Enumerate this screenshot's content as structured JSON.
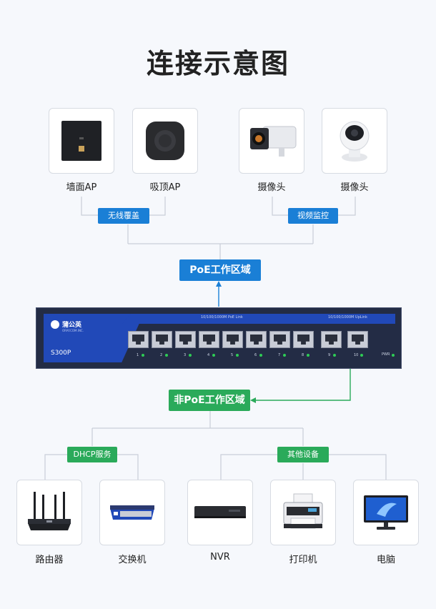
{
  "title": "连接示意图",
  "devices_top": [
    {
      "label": "墙面AP",
      "icon": "wall-ap-icon"
    },
    {
      "label": "吸顶AP",
      "icon": "ceiling-ap-icon"
    },
    {
      "label": "摄像头",
      "icon": "bullet-camera-icon"
    },
    {
      "label": "摄像头",
      "icon": "dome-camera-icon"
    }
  ],
  "tags_top": {
    "wireless": "无线覆盖",
    "video": "视频监控"
  },
  "zones": {
    "poe": "PoE工作区域",
    "non_poe": "非PoE工作区域"
  },
  "switch": {
    "brand": "蒲公英",
    "brand_sub": "ORAY.COM.INC.",
    "model": "S300P",
    "poe_band": "10/100/1000M PoE Link",
    "uplink_band": "10/100/1000M UpLink",
    "ports": [
      "1",
      "2",
      "3",
      "4",
      "5",
      "6",
      "7",
      "8",
      "9",
      "10"
    ],
    "pwr": "PWR",
    "led_color": "#2ecc55"
  },
  "tags_bottom": {
    "dhcp": "DHCP服务",
    "other": "其他设备"
  },
  "devices_bottom": [
    {
      "label": "路由器",
      "icon": "router-icon"
    },
    {
      "label": "交换机",
      "icon": "switch-icon"
    },
    {
      "label": "NVR",
      "icon": "nvr-icon"
    },
    {
      "label": "打印机",
      "icon": "printer-icon"
    },
    {
      "label": "电脑",
      "icon": "computer-icon"
    }
  ],
  "colors": {
    "blue": "#1a7fd6",
    "green": "#2aaa5a",
    "line": "#c9ced8"
  }
}
